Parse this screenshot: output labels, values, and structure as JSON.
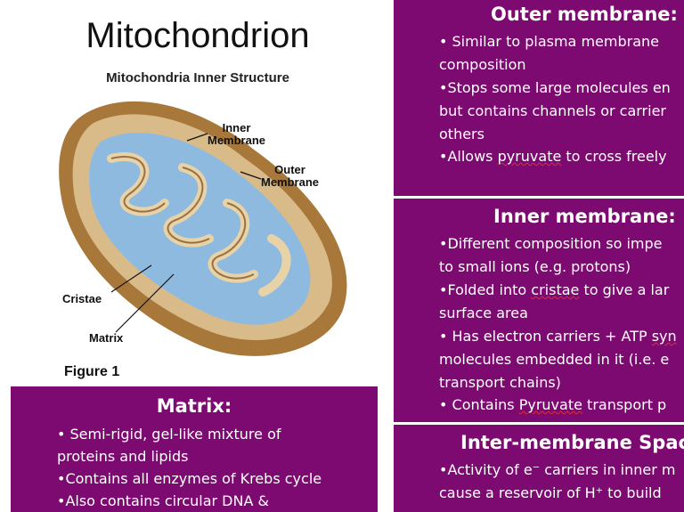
{
  "title": "Mitochondrion",
  "figure": {
    "subtitle": "Mitochondria Inner Structure",
    "labels": {
      "inner": "Inner\nMembrane",
      "outer": "Outer\nMembrane",
      "cristae": "Cristae",
      "matrix": "Matrix"
    },
    "caption": "Figure 1"
  },
  "matrix": {
    "heading": "Matrix:",
    "lines": [
      "• Semi-rigid, gel-like mixture of",
      "proteins and lipids",
      "•Contains all enzymes of Krebs cycle",
      "•Also contains circular DNA &"
    ]
  },
  "outer": {
    "heading": "Outer membrane:",
    "lines": [
      "• Similar to plasma membrane",
      "composition",
      "•Stops some large molecules en",
      "but contains channels or carrier",
      "others",
      "•Allows pyruvate to cross freely"
    ]
  },
  "inner": {
    "heading": "Inner membrane:",
    "lines": [
      "•Different composition so impe",
      "to small ions (e.g. protons)",
      "•Folded into cristae to give a lar",
      "surface area",
      "• Has electron carriers + ATP syn",
      "molecules embedded in it (i.e. e",
      "transport chains)",
      "• Contains Pyruvate transport p"
    ]
  },
  "inter": {
    "heading": "Inter-membrane Spac",
    "lines": [
      "•Activity of e⁻ carriers in inner m",
      "cause a reservoir of H⁺ to build"
    ]
  },
  "colors": {
    "panel": "#7d0a70",
    "text": "#ffffff"
  }
}
